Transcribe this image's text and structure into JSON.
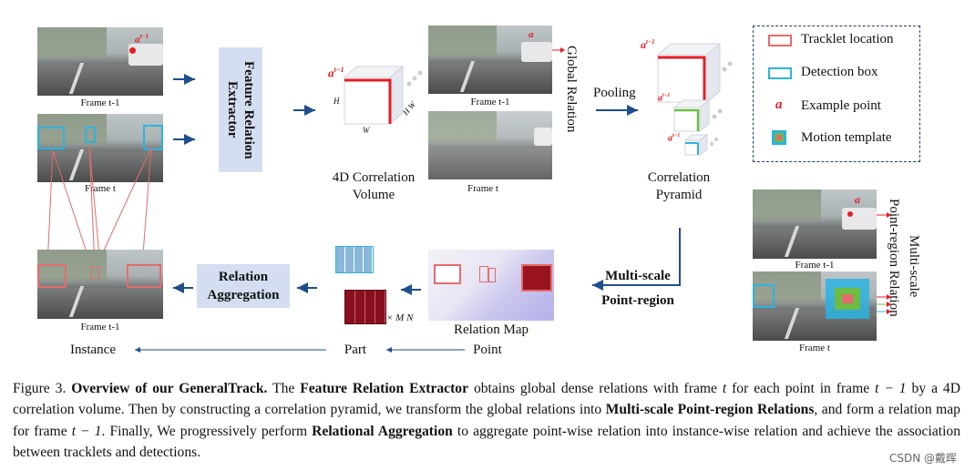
{
  "top_left": {
    "frame_prev": "Frame t-1",
    "frame_cur": "Frame t"
  },
  "extractor": {
    "line1": "Feature Relation",
    "line2": "Extractor"
  },
  "volume": {
    "title_line1": "4D Correlation",
    "title_line2": "Volume",
    "label_a": "a",
    "label_a_sup": "t−1",
    "dim_h": "H",
    "dim_w": "W",
    "dim_hw": "H W"
  },
  "global": {
    "frame_prev": "Frame t-1",
    "frame_cur": "Frame t",
    "side_label": "Global Relation"
  },
  "pooling": "Pooling",
  "pyramid": {
    "title_line1": "Correlation",
    "title_line2": "Pyramid",
    "label_a": "a",
    "label_a_sup": "t−1"
  },
  "legend": {
    "items": [
      {
        "label": "Tracklet location"
      },
      {
        "label": "Detection box"
      },
      {
        "label": "Example point",
        "glyph": "a"
      },
      {
        "label": "Motion template"
      }
    ]
  },
  "right_panel": {
    "frame_prev": "Frame t-1",
    "frame_cur": "Frame t",
    "side_line1": "Multi-scale",
    "side_line2": "Point-region Relation",
    "label_a": "a"
  },
  "multiscale": {
    "line1": "Multi-scale",
    "line2": "Point-region"
  },
  "relation_map": {
    "title": "Relation Map",
    "sub": "Point"
  },
  "part": {
    "label": "Part",
    "mult": "× M N"
  },
  "aggregation": {
    "line1": "Relation",
    "line2": "Aggregation"
  },
  "instance": {
    "frame_prev": "Frame t-1",
    "label": "Instance"
  },
  "caption": {
    "fig": "Figure 3.",
    "t1": "Overview of our GeneralTrack.",
    "t2": " The ",
    "t3": "Feature Relation Extractor",
    "t4": " obtains global dense relations with frame ",
    "t5": "t",
    "t6": " for each point in frame ",
    "t7": "t − 1",
    "t8": " by a 4D correlation volume. Then by constructing a correlation pyramid, we transform the global relations into ",
    "t9": "Multi-scale Point-region Relations",
    "t10": ", and form a relation map for frame ",
    "t11": "t − 1",
    "t12": ". Finally, We progressively perform ",
    "t13": "Relational Aggregation",
    "t14": " to aggregate point-wise relation into instance-wise relation and achieve the association between tracklets and detections."
  },
  "watermark": "CSDN @戴晖",
  "colors": {
    "red": "#e21e26",
    "blue_arrow": "#1f4e8c",
    "box_fill": "#d4def0",
    "tracklet": "#e46b6b",
    "detection": "#2bb3e0"
  }
}
